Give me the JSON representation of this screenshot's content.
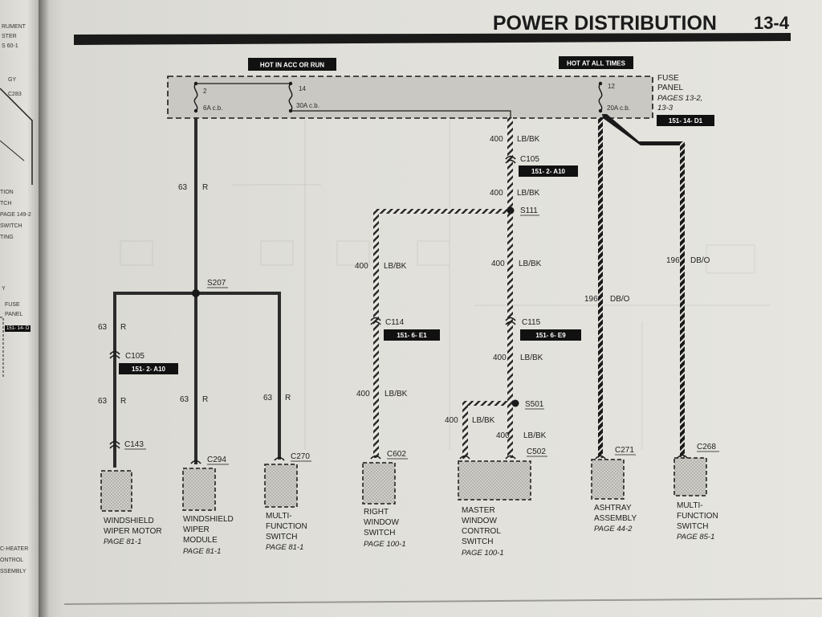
{
  "page": {
    "title": "POWER DISTRIBUTION",
    "page_number": "13-4"
  },
  "left_page": {
    "lines": [
      "RUMENT",
      "STER",
      "S 60-1",
      "GY",
      "C283",
      "TION",
      "TCH",
      "PAGE 149-2",
      "SWITCH",
      "TING",
      "Y",
      "FUSE",
      "PANEL",
      "C-HEATER",
      "ONTROL",
      "SSEMBLY"
    ],
    "tag": "151- 14- D"
  },
  "fuse_panel": {
    "hot_acc_run": "HOT IN ACC OR RUN",
    "hot_all_times": "HOT AT ALL TIMES",
    "fuse_2_num": "2",
    "fuse_2_rating": "6A c.b.",
    "fuse_14_num": "14",
    "fuse_14_rating": "30A c.b.",
    "fuse_12_num": "12",
    "fuse_12_rating": "20A c.b.",
    "label_1": "FUSE",
    "label_2": "PANEL",
    "pages_1": "PAGES 13-2,",
    "pages_2": "13-3",
    "ref": "151- 14- D1"
  },
  "wires": {
    "w63_circuit": "63",
    "w63_color": "R",
    "w400_circuit": "400",
    "w400_color": "LB/BK",
    "w196_circuit": "196",
    "w196_color": "DB/O"
  },
  "connectors": {
    "c105": "C105",
    "c105_ref": "151- 2- A10",
    "c114": "C114",
    "c114_ref": "151- 6- E1",
    "c115": "C115",
    "c115_ref": "151- 6- E9",
    "c143": "C143",
    "c294": "C294",
    "c270": "C270",
    "c602": "C602",
    "c502": "C502",
    "c271": "C271",
    "c268": "C268"
  },
  "splices": {
    "s207": "S207",
    "s111": "S111",
    "s501": "S501"
  },
  "components": [
    {
      "lines": [
        "WINDSHIELD",
        "WIPER MOTOR"
      ],
      "page": "PAGE 81-1"
    },
    {
      "lines": [
        "WINDSHIELD",
        "WIPER",
        "MODULE"
      ],
      "page": "PAGE 81-1"
    },
    {
      "lines": [
        "MULTI-",
        "FUNCTION",
        "SWITCH"
      ],
      "page": "PAGE 81-1"
    },
    {
      "lines": [
        "RIGHT",
        "WINDOW",
        "SWITCH"
      ],
      "page": "PAGE 100-1"
    },
    {
      "lines": [
        "MASTER",
        "WINDOW",
        "CONTROL",
        "SWITCH"
      ],
      "page": "PAGE 100-1"
    },
    {
      "lines": [
        "ASHTRAY",
        "ASSEMBLY"
      ],
      "page": "PAGE 44-2"
    },
    {
      "lines": [
        "MULTI-",
        "FUNCTION",
        "SWITCH"
      ],
      "page": "PAGE 85-1"
    }
  ],
  "colors": {
    "ink": "#1a1a1a",
    "fuse_panel_fill": "#c9c8c2",
    "tag_bg": "#111111"
  }
}
